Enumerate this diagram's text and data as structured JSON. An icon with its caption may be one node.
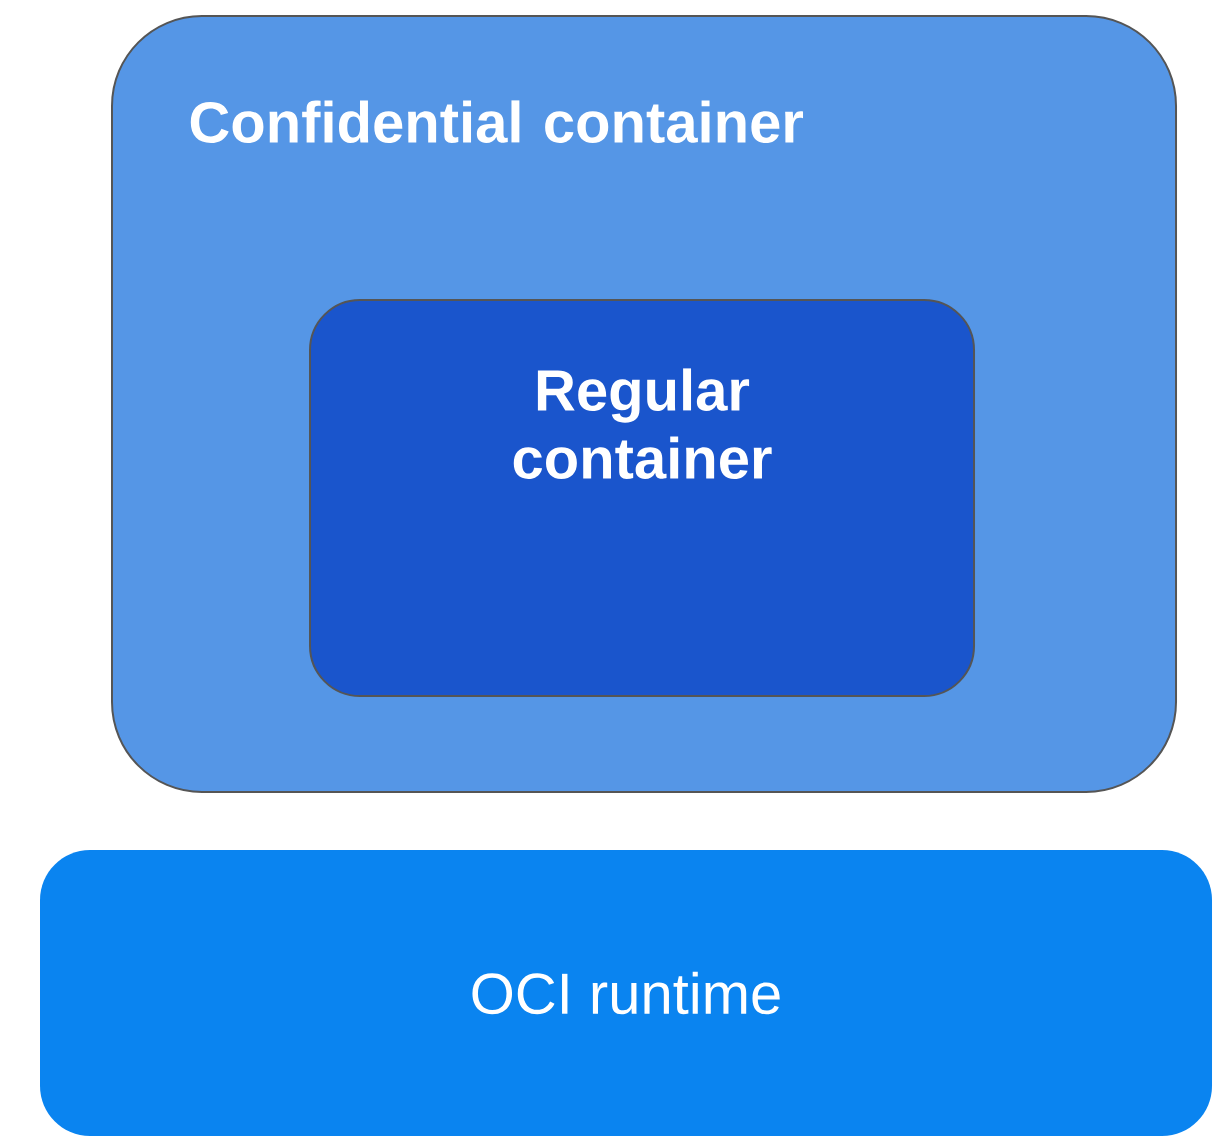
{
  "diagram": {
    "nodes": [
      {
        "text": [
          "Confidential container"
        ]
      },
      {
        "text": [
          "Regular container"
        ],
        "in": 0
      },
      {
        "text": [
          "OCI runtime"
        ]
      }
    ]
  }
}
